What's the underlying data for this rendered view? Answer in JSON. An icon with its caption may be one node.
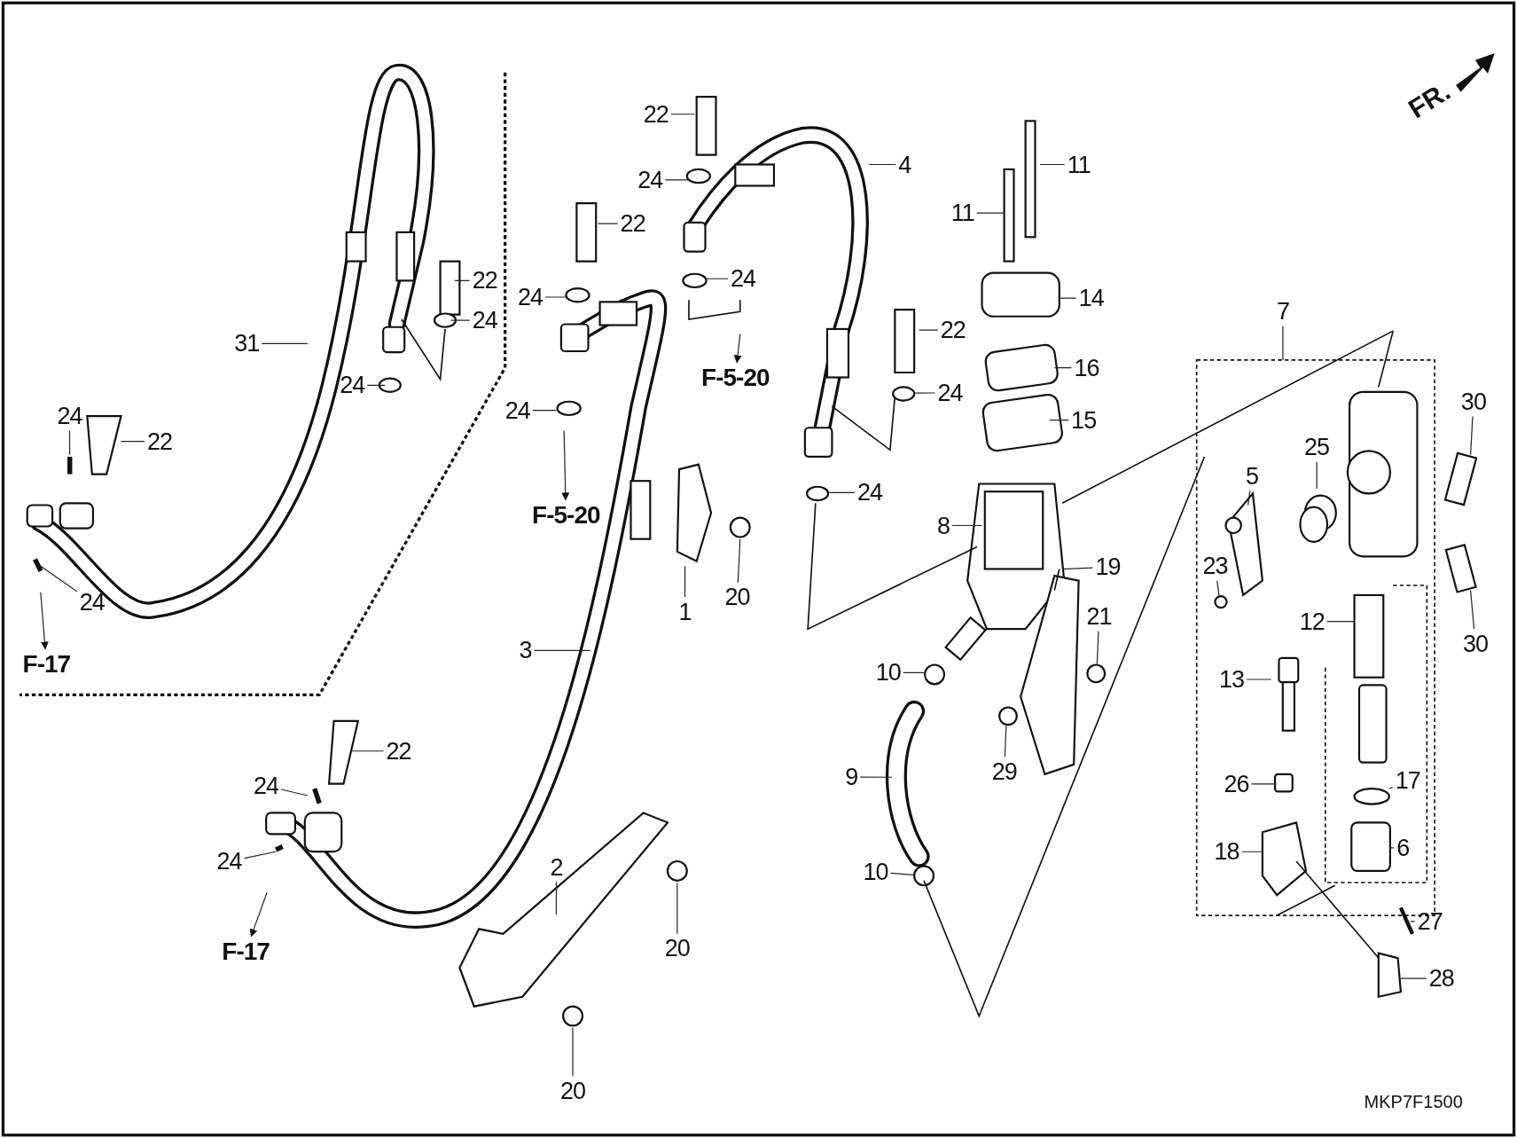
{
  "diagram": {
    "nodes": [
      {
        "text": [
          "31"
        ]
      },
      {
        "text": [
          "22"
        ]
      },
      {
        "text": [
          "24"
        ]
      },
      {
        "text": [
          "24"
        ]
      },
      {
        "text": [
          "24"
        ]
      },
      {
        "text": [
          "22"
        ]
      },
      {
        "text": [
          "24"
        ]
      },
      {
        "text": [
          "F-17"
        ]
      },
      {
        "text": [
          "22"
        ]
      },
      {
        "text": [
          "24"
        ]
      },
      {
        "text": [
          "4"
        ]
      },
      {
        "text": [
          "11"
        ]
      },
      {
        "text": [
          "11"
        ]
      },
      {
        "text": [
          "22"
        ]
      },
      {
        "text": [
          "24"
        ]
      },
      {
        "text": [
          "24"
        ]
      },
      {
        "text": [
          "F-5-20"
        ]
      },
      {
        "text": [
          "24"
        ]
      },
      {
        "text": [
          "F-5-20"
        ]
      },
      {
        "text": [
          "14"
        ]
      },
      {
        "text": [
          "16"
        ]
      },
      {
        "text": [
          "22"
        ]
      },
      {
        "text": [
          "24"
        ]
      },
      {
        "text": [
          "15"
        ]
      },
      {
        "text": [
          "24"
        ]
      },
      {
        "text": [
          "8"
        ]
      },
      {
        "text": [
          "7"
        ]
      },
      {
        "text": [
          "30"
        ]
      },
      {
        "text": [
          "25"
        ]
      },
      {
        "text": [
          "5"
        ]
      },
      {
        "text": [
          "19"
        ]
      },
      {
        "text": [
          "1"
        ]
      },
      {
        "text": [
          "20"
        ]
      },
      {
        "text": [
          "23"
        ]
      },
      {
        "text": [
          "21"
        ]
      },
      {
        "text": [
          "12"
        ]
      },
      {
        "text": [
          "30"
        ]
      },
      {
        "text": [
          "3"
        ]
      },
      {
        "text": [
          "10"
        ]
      },
      {
        "text": [
          "13"
        ]
      },
      {
        "text": [
          "22"
        ]
      },
      {
        "text": [
          "29"
        ]
      },
      {
        "text": [
          "9"
        ]
      },
      {
        "text": [
          "17"
        ]
      },
      {
        "text": [
          "26"
        ]
      },
      {
        "text": [
          "24"
        ]
      },
      {
        "text": [
          "18"
        ]
      },
      {
        "text": [
          "6"
        ]
      },
      {
        "text": [
          "24"
        ]
      },
      {
        "text": [
          "2"
        ]
      },
      {
        "text": [
          "10"
        ]
      },
      {
        "text": [
          "27"
        ]
      },
      {
        "text": [
          "F-17"
        ]
      },
      {
        "text": [
          "20"
        ]
      },
      {
        "text": [
          "28"
        ]
      },
      {
        "text": [
          "20"
        ]
      }
    ],
    "edges": [
      {
        "from": 0,
        "to": null,
        "arrow": "none"
      },
      {
        "from": 1,
        "to": null,
        "arrow": "none"
      },
      {
        "from": 2,
        "to": null,
        "arrow": "none"
      },
      {
        "from": 3,
        "to": null,
        "arrow": "none"
      },
      {
        "from": 4,
        "to": null,
        "arrow": "none"
      },
      {
        "from": 5,
        "to": null,
        "arrow": "none"
      },
      {
        "from": 6,
        "to": null,
        "arrow": "none"
      },
      {
        "from": null,
        "to": 7,
        "arrow": "to"
      },
      {
        "from": 8,
        "to": null,
        "arrow": "none"
      },
      {
        "from": 9,
        "to": null,
        "arrow": "none"
      },
      {
        "from": 10,
        "to": null,
        "arrow": "none"
      },
      {
        "from": 11,
        "to": null,
        "arrow": "none"
      },
      {
        "from": 12,
        "to": null,
        "arrow": "none"
      },
      {
        "from": 13,
        "to": null,
        "arrow": "none"
      },
      {
        "from": 14,
        "to": null,
        "arrow": "none"
      },
      {
        "from": 15,
        "to": null,
        "arrow": "none"
      },
      {
        "from": null,
        "to": 16,
        "arrow": "to"
      },
      {
        "from": 17,
        "to": null,
        "arrow": "none"
      },
      {
        "from": null,
        "to": 18,
        "arrow": "to"
      },
      {
        "from": 19,
        "to": null,
        "arrow": "none"
      },
      {
        "from": 20,
        "to": null,
        "arrow": "none"
      },
      {
        "from": 21,
        "to": null,
        "arrow": "none"
      },
      {
        "from": 22,
        "to": null,
        "arrow": "none"
      },
      {
        "from": 23,
        "to": null,
        "arrow": "none"
      },
      {
        "from": 24,
        "to": null,
        "arrow": "none"
      },
      {
        "from": 25,
        "to": null,
        "arrow": "none"
      },
      {
        "from": 26,
        "to": null,
        "arrow": "none"
      },
      {
        "from": 27,
        "to": null,
        "arrow": "none"
      },
      {
        "from": 28,
        "to": null,
        "arrow": "none"
      },
      {
        "from": 29,
        "to": null,
        "arrow": "none"
      },
      {
        "from": 30,
        "to": null,
        "arrow": "none"
      },
      {
        "from": 31,
        "to": null,
        "arrow": "none"
      },
      {
        "from": 32,
        "to": null,
        "arrow": "none"
      },
      {
        "from": 33,
        "to": null,
        "arrow": "none"
      },
      {
        "from": 34,
        "to": null,
        "arrow": "none"
      },
      {
        "from": 35,
        "to": null,
        "arrow": "none"
      },
      {
        "from": 36,
        "to": null,
        "arrow": "none"
      },
      {
        "from": 37,
        "to": null,
        "arrow": "none"
      },
      {
        "from": 38,
        "to": null,
        "arrow": "none"
      },
      {
        "from": 39,
        "to": null,
        "arrow": "none"
      },
      {
        "from": 40,
        "to": null,
        "arrow": "none"
      },
      {
        "from": 41,
        "to": null,
        "arrow": "none"
      },
      {
        "from": 42,
        "to": null,
        "arrow": "none"
      },
      {
        "from": 43,
        "to": null,
        "arrow": "none"
      },
      {
        "from": 44,
        "to": null,
        "arrow": "none"
      },
      {
        "from": 45,
        "to": null,
        "arrow": "none"
      },
      {
        "from": 46,
        "to": null,
        "arrow": "none"
      },
      {
        "from": 47,
        "to": null,
        "arrow": "none"
      },
      {
        "from": 48,
        "to": null,
        "arrow": "none"
      },
      {
        "from": 49,
        "to": null,
        "arrow": "none"
      },
      {
        "from": 50,
        "to": null,
        "arrow": "none"
      },
      {
        "from": 51,
        "to": null,
        "arrow": "none"
      },
      {
        "from": null,
        "to": 52,
        "arrow": "to"
      },
      {
        "from": 53,
        "to": null,
        "arrow": "none"
      },
      {
        "from": 54,
        "to": null,
        "arrow": "none"
      },
      {
        "from": 55,
        "to": null,
        "arrow": "none"
      }
    ],
    "labels": [
      "FR.",
      "MKP7F1500"
    ]
  }
}
